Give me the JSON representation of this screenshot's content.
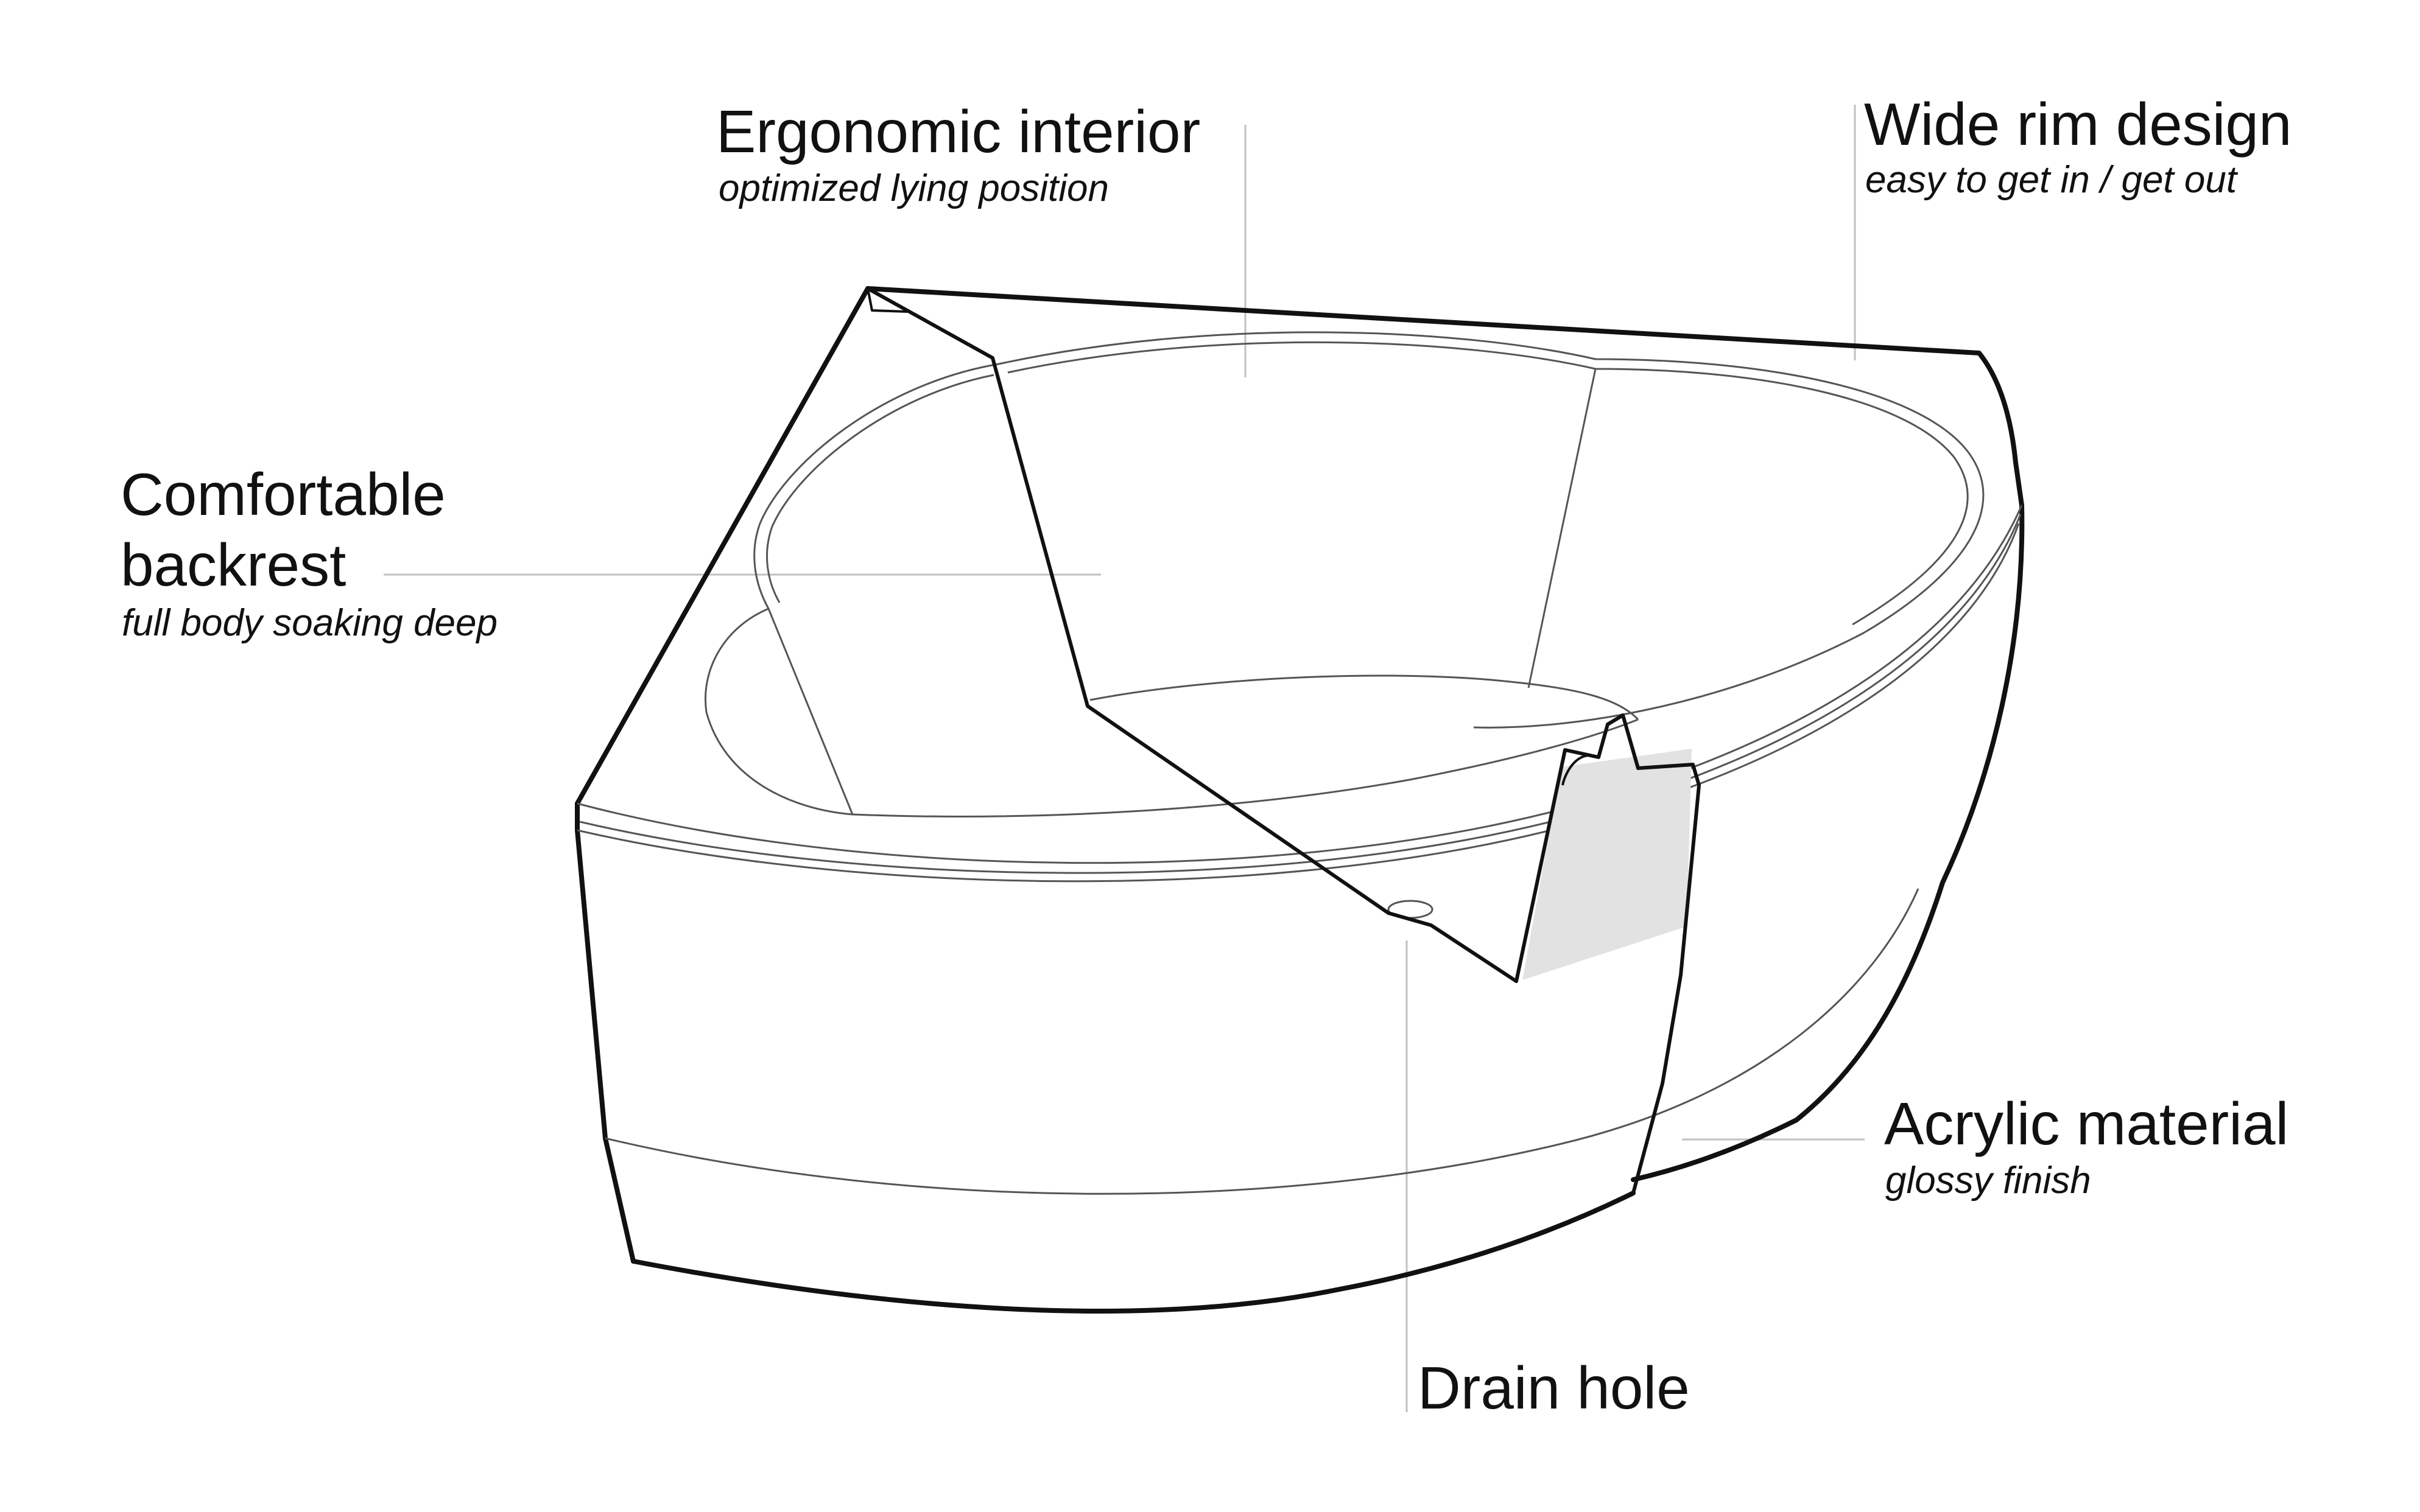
{
  "callouts": {
    "ergonomic": {
      "title": "Ergonomic interior",
      "subtitle": "optimized lying position"
    },
    "rim": {
      "title": "Wide rim design",
      "subtitle": "easy to get in / get out"
    },
    "backrest": {
      "title_line1": "Comfortable",
      "title_line2": "backrest",
      "subtitle": "full body soaking deep"
    },
    "acrylic": {
      "title": "Acrylic material",
      "subtitle": "glossy finish"
    },
    "drain": {
      "title": "Drain hole"
    }
  },
  "colors": {
    "outline": "#111111",
    "inner_line": "#555555",
    "leader_line": "#c0c0c0",
    "section_fill": "#e2e2e2"
  }
}
